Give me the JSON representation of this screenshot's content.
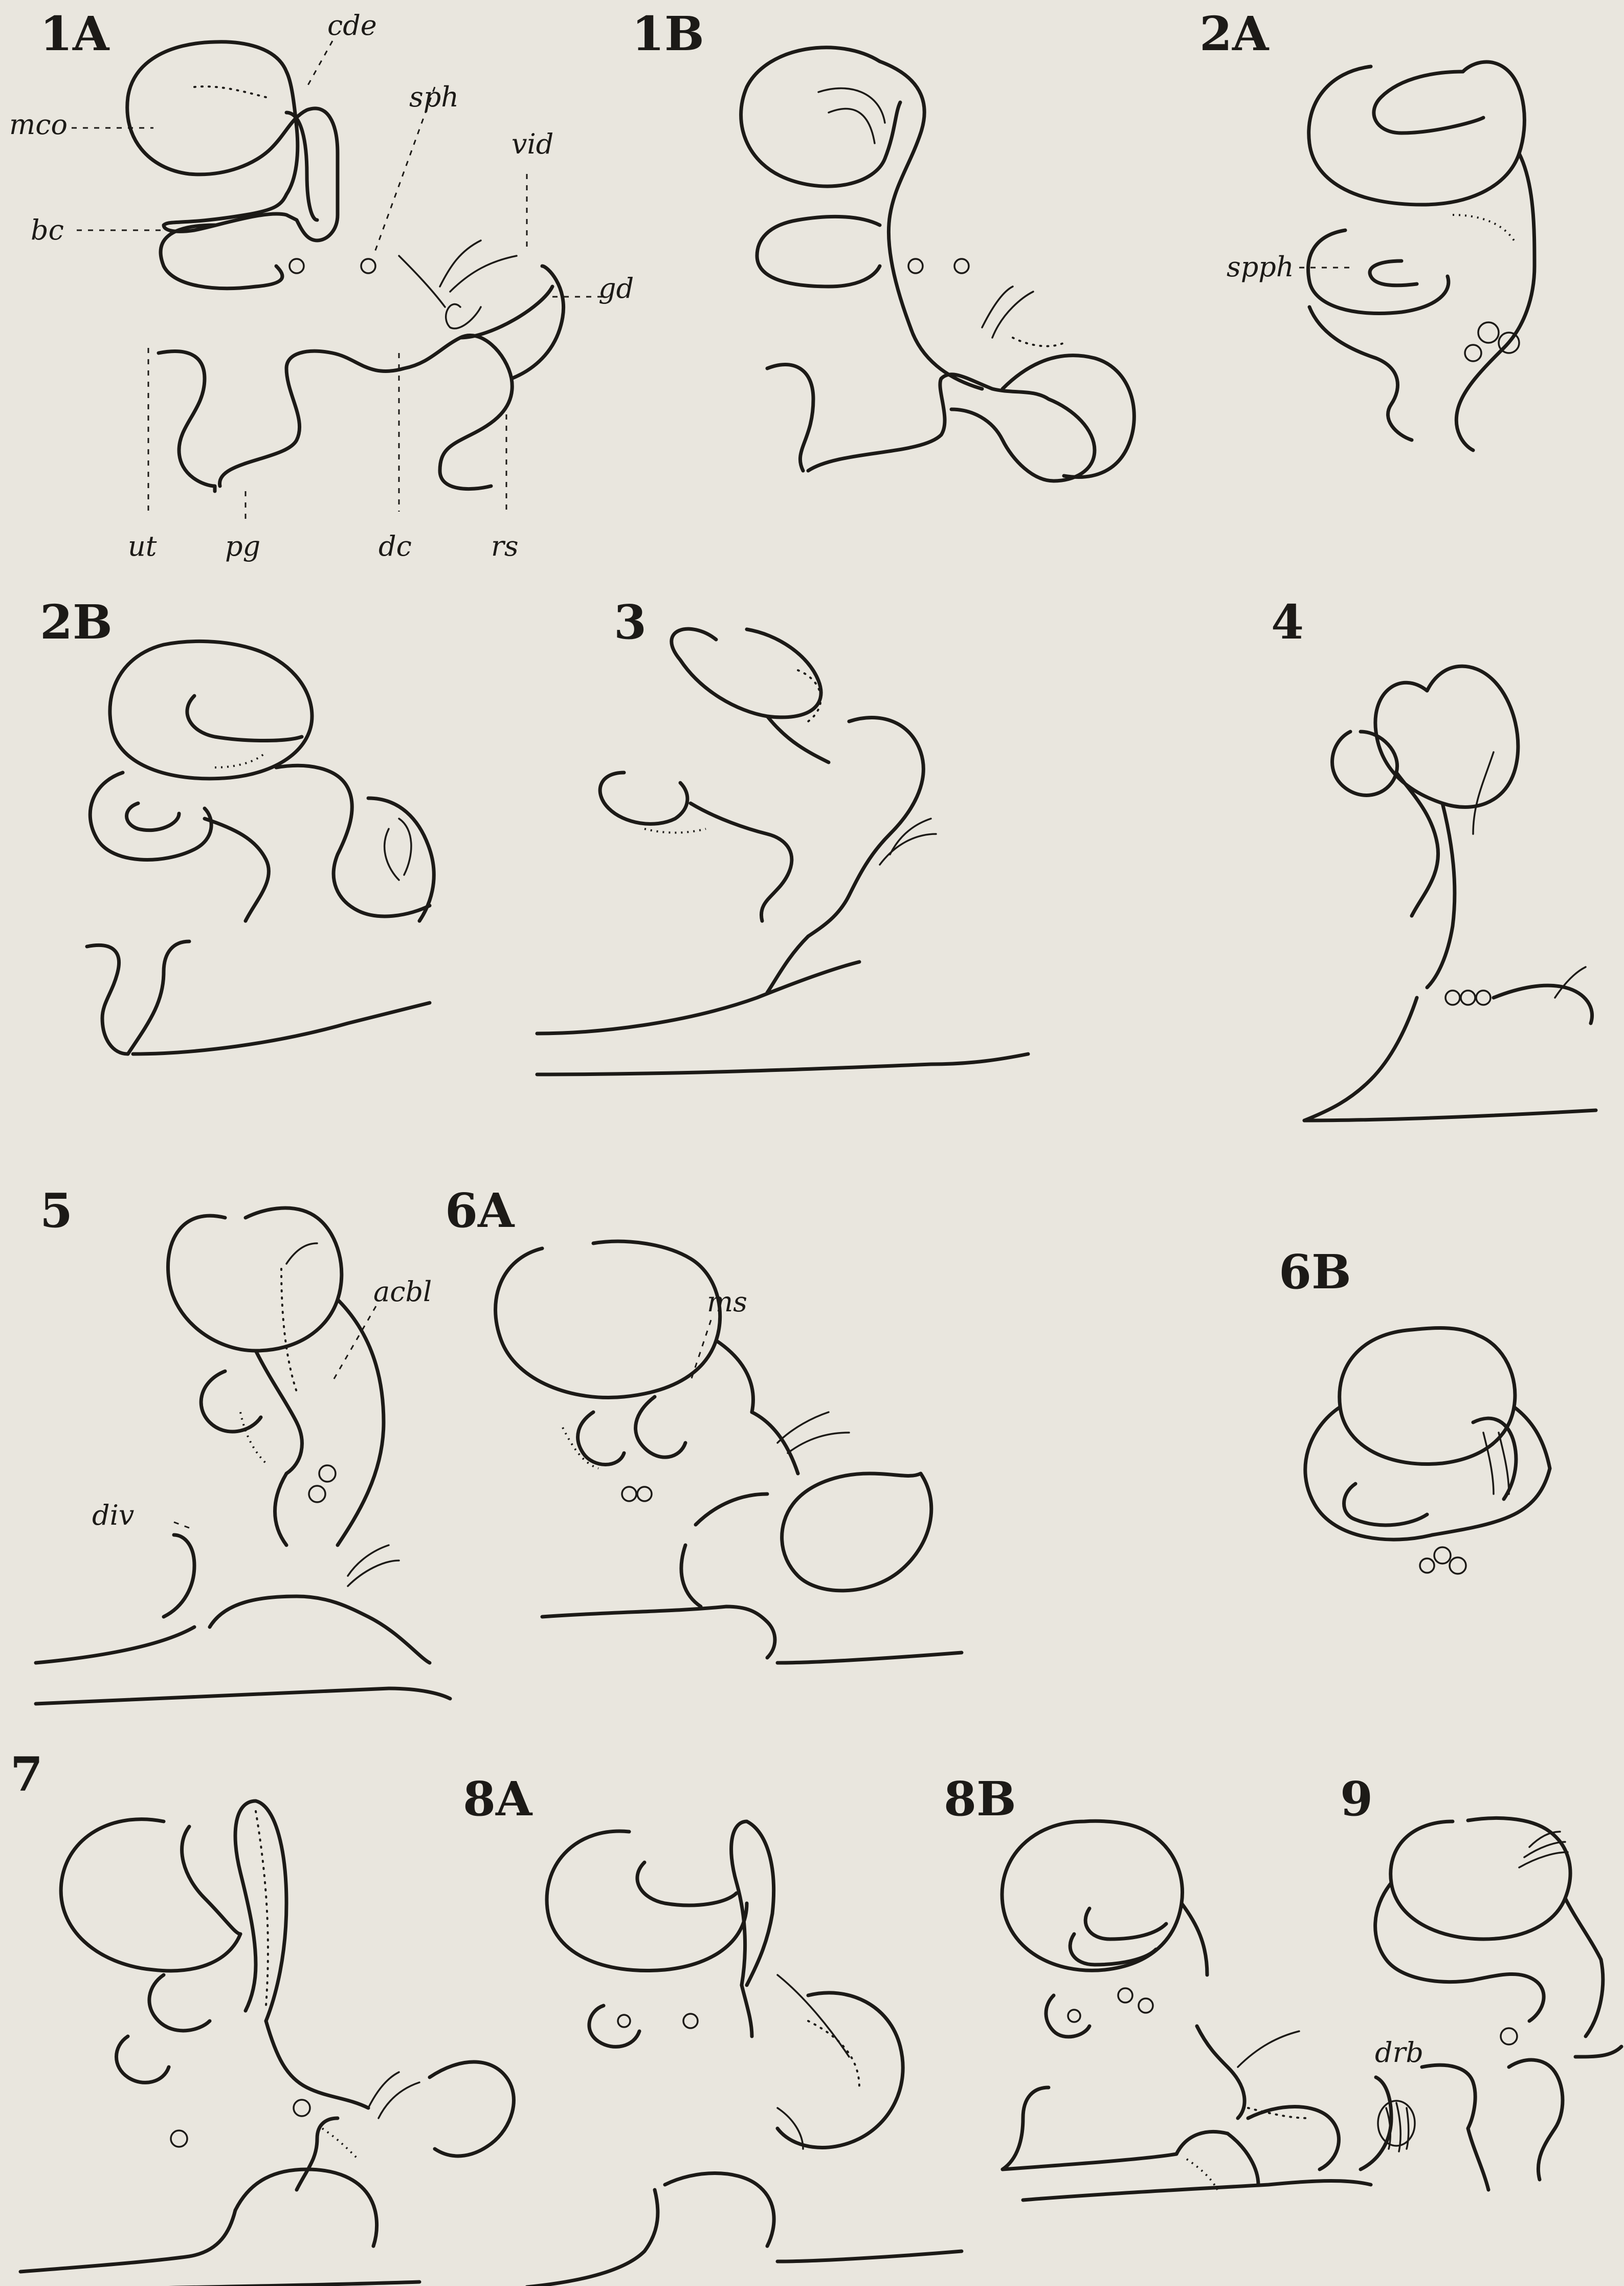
{
  "plate": {
    "background": "#e9e6de",
    "ink": "#1c1a17",
    "figures": [
      {
        "id": "fig-1a",
        "number": "1A"
      },
      {
        "id": "fig-1b",
        "number": "1B"
      },
      {
        "id": "fig-2a",
        "number": "2A"
      },
      {
        "id": "fig-2b",
        "number": "2B"
      },
      {
        "id": "fig-3",
        "number": "3"
      },
      {
        "id": "fig-4",
        "number": "4"
      },
      {
        "id": "fig-5",
        "number": "5"
      },
      {
        "id": "fig-6a",
        "number": "6A"
      },
      {
        "id": "fig-6b",
        "number": "6B"
      },
      {
        "id": "fig-7",
        "number": "7"
      },
      {
        "id": "fig-8a",
        "number": "8A"
      },
      {
        "id": "fig-8b",
        "number": "8B"
      },
      {
        "id": "fig-9",
        "number": "9"
      }
    ],
    "labels": {
      "cde": "cde",
      "mco": "mco",
      "sph": "sph",
      "vid": "vid",
      "bc": "bc",
      "gd": "gd",
      "ut": "ut",
      "pg": "pg",
      "dc": "dc",
      "rs": "rs",
      "spph": "spph",
      "acbl": "acbl",
      "ms": "ms",
      "div": "div",
      "drb": "drb"
    }
  }
}
